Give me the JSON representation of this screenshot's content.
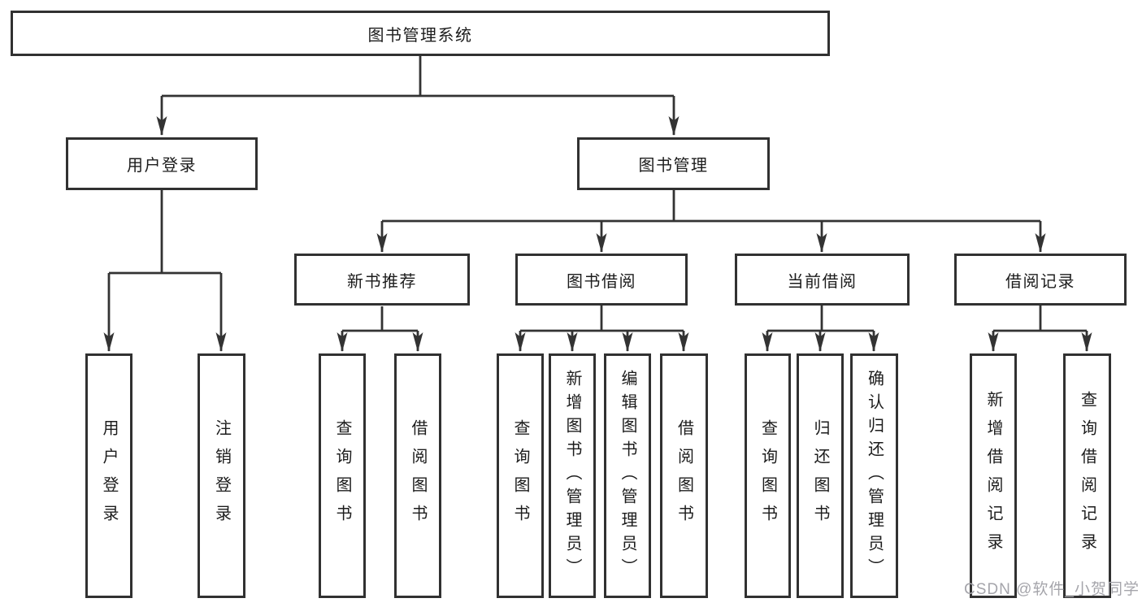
{
  "diagram": {
    "root": {
      "label": "图书管理系统"
    },
    "branches": [
      {
        "label": "用户登录",
        "children": [
          {
            "label": "用户登录"
          },
          {
            "label": "注销登录"
          }
        ]
      },
      {
        "label": "图书管理",
        "children": [
          {
            "label": "新书推荐",
            "children": [
              {
                "label": "查询图书"
              },
              {
                "label": "借阅图书"
              }
            ]
          },
          {
            "label": "图书借阅",
            "children": [
              {
                "label": "查询图书"
              },
              {
                "label": "新增图书（管理员）"
              },
              {
                "label": "编辑图书（管理员）"
              },
              {
                "label": "借阅图书"
              }
            ]
          },
          {
            "label": "当前借阅",
            "children": [
              {
                "label": "查询图书"
              },
              {
                "label": "归还图书"
              },
              {
                "label": "确认归还（管理员）"
              }
            ]
          },
          {
            "label": "借阅记录",
            "children": [
              {
                "label": "新增借阅记录"
              },
              {
                "label": "查询借阅记录"
              }
            ]
          }
        ]
      }
    ]
  },
  "watermark": {
    "text": "CSDN @软件_小贺同学",
    "color": "#a5a5ab"
  },
  "colors": {
    "line": "#333333",
    "box_border": "#313131",
    "box_fill": "#ffffff",
    "text": "#1c1c1c",
    "background": "#ffffff"
  }
}
